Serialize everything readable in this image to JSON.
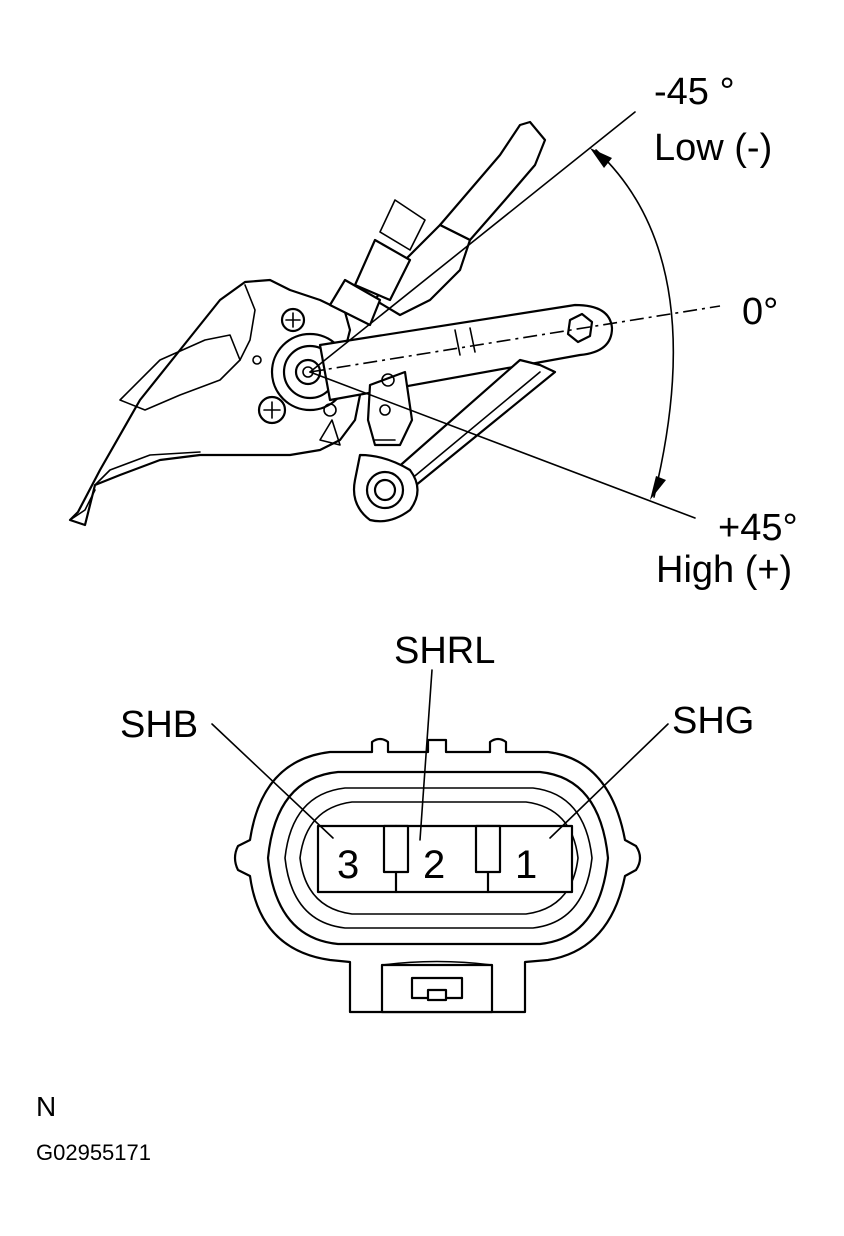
{
  "sensor": {
    "angles": {
      "neg45": "-45 °",
      "neg45_label": "Low  (-)",
      "zero": "0°",
      "pos45": "+45°",
      "pos45_label": "High (+)"
    }
  },
  "connector": {
    "terminal_labels": {
      "shb": "SHB",
      "shrl": "SHRL",
      "shg": "SHG"
    },
    "pins": [
      "3",
      "2",
      "1"
    ]
  },
  "footer": {
    "view_letter": "N",
    "figure_id": "G02955171"
  }
}
